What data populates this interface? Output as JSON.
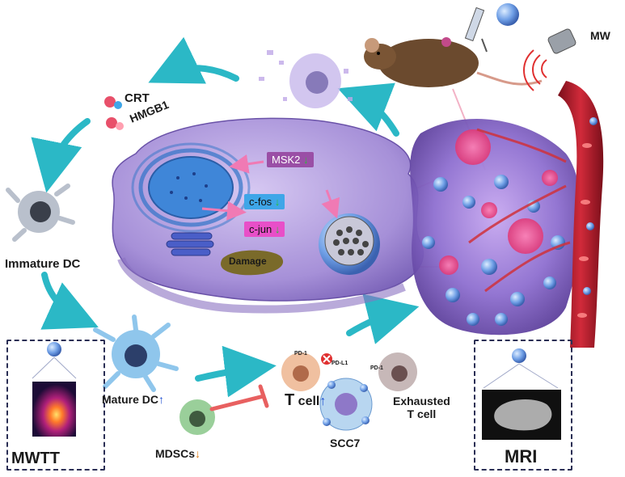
{
  "labels": {
    "crt": "CRT",
    "hmgb1": "HMGB1",
    "immature_dc": "Immature DC",
    "mature_dc": "Mature DC",
    "mdscs": "MDSCs",
    "t_cell_T": "T",
    "t_cell_rest": "cell",
    "scc7": "SCC7",
    "exhausted_line1": "Exhausted",
    "exhausted_line2": "T cell",
    "mw": "MW",
    "mwtt": "MWTT",
    "mri": "MRI",
    "msk2": "MSK2",
    "cfos": "c-fos",
    "cjun": "c-jun",
    "damage": "Damage",
    "pd1_a": "PD-1",
    "pdl1": "PD-L1",
    "pd1_b": "PD-1"
  },
  "trend": {
    "up": "↑",
    "down": "↓"
  },
  "colors": {
    "cycle_arrow": "#2bb8c6",
    "cell_body": "#a892d4",
    "msk2_box": "#9a4fa6",
    "cfos_box": "#3fa6e8",
    "cjun_box": "#e84fc8",
    "damage": "#7a6a2a",
    "vessel": "#b8182a",
    "tumor": "#8c6fd0",
    "nanoparticle": "#6f9fe6"
  }
}
